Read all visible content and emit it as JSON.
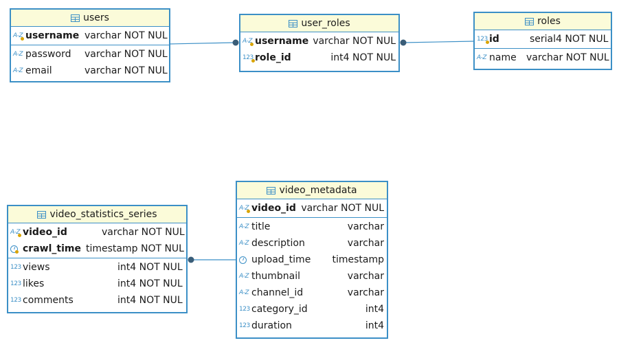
{
  "colors": {
    "border": "#3b8fc6",
    "header_bg": "#fbfbd9",
    "link": "#3b8fc6"
  },
  "tables": {
    "users": {
      "name": "users",
      "pk": [
        {
          "name": "username",
          "type": "varchar NOT NUL",
          "icon": "text-column-icon"
        }
      ],
      "cols": [
        {
          "name": "password",
          "type": "varchar NOT NUL",
          "icon": "text-column-icon"
        },
        {
          "name": "email",
          "type": "varchar NOT NUL",
          "icon": "text-column-icon"
        }
      ]
    },
    "user_roles": {
      "name": "user_roles",
      "pk": [
        {
          "name": "username",
          "type": "varchar NOT NUL",
          "icon": "text-column-icon"
        },
        {
          "name": "role_id",
          "type": "int4 NOT NUL",
          "icon": "number-column-icon"
        }
      ],
      "cols": []
    },
    "roles": {
      "name": "roles",
      "pk": [
        {
          "name": "id",
          "type": "serial4 NOT NUL",
          "icon": "number-column-icon"
        }
      ],
      "cols": [
        {
          "name": "name",
          "type": "varchar NOT NUL",
          "icon": "text-column-icon"
        }
      ]
    },
    "video_statistics_series": {
      "name": "video_statistics_series",
      "pk": [
        {
          "name": "video_id",
          "type": "varchar NOT NUL",
          "icon": "text-column-icon"
        },
        {
          "name": "crawl_time",
          "type": "timestamp NOT NUL",
          "icon": "time-column-icon"
        }
      ],
      "cols": [
        {
          "name": "views",
          "type": "int4 NOT NUL",
          "icon": "number-column-icon"
        },
        {
          "name": "likes",
          "type": "int4 NOT NUL",
          "icon": "number-column-icon"
        },
        {
          "name": "comments",
          "type": "int4 NOT NUL",
          "icon": "number-column-icon"
        }
      ]
    },
    "video_metadata": {
      "name": "video_metadata",
      "pk": [
        {
          "name": "video_id",
          "type": "varchar NOT NUL",
          "icon": "text-column-icon"
        }
      ],
      "cols": [
        {
          "name": "title",
          "type": "varchar",
          "icon": "text-column-icon"
        },
        {
          "name": "description",
          "type": "varchar",
          "icon": "text-column-icon"
        },
        {
          "name": "upload_time",
          "type": "timestamp",
          "icon": "time-column-icon"
        },
        {
          "name": "thumbnail",
          "type": "varchar",
          "icon": "text-column-icon"
        },
        {
          "name": "channel_id",
          "type": "varchar",
          "icon": "text-column-icon"
        },
        {
          "name": "category_id",
          "type": "int4",
          "icon": "number-column-icon"
        },
        {
          "name": "duration",
          "type": "int4",
          "icon": "number-column-icon"
        }
      ]
    }
  }
}
